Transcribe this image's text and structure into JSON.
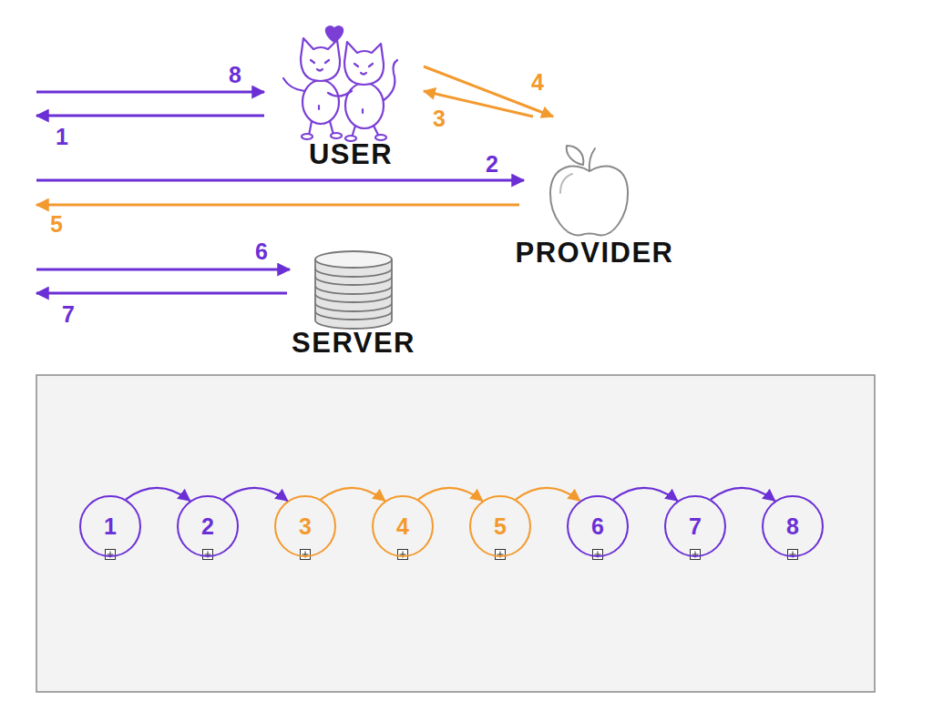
{
  "diagram": {
    "nodes": [
      {
        "text": [
          "USER"
        ]
      },
      {
        "text": [
          "PROVIDER"
        ]
      },
      {
        "text": [
          "SERVER"
        ]
      },
      {
        "text": [
          "1"
        ]
      },
      {
        "text": [
          "2"
        ]
      },
      {
        "text": [
          "3"
        ]
      },
      {
        "text": [
          "4"
        ]
      },
      {
        "text": [
          "5"
        ]
      },
      {
        "text": [
          "6"
        ]
      },
      {
        "text": [
          "7"
        ]
      },
      {
        "text": [
          "8"
        ]
      }
    ],
    "edges": [
      {
        "from": 0,
        "to": 1,
        "arrow": "to",
        "label": "4"
      },
      {
        "from": 1,
        "to": 0,
        "arrow": "to",
        "label": "3"
      },
      {
        "from": 3,
        "to": 4,
        "arrow": "to"
      },
      {
        "from": 4,
        "to": 5,
        "arrow": "to"
      },
      {
        "from": 5,
        "to": 6,
        "arrow": "to"
      },
      {
        "from": 6,
        "to": 7,
        "arrow": "to"
      },
      {
        "from": 7,
        "to": 8,
        "arrow": "to"
      },
      {
        "from": 8,
        "to": 9,
        "arrow": "to"
      },
      {
        "from": 9,
        "to": 10,
        "arrow": "to"
      }
    ],
    "labels": [
      "8",
      "1",
      "2",
      "5",
      "6",
      "7"
    ]
  }
}
